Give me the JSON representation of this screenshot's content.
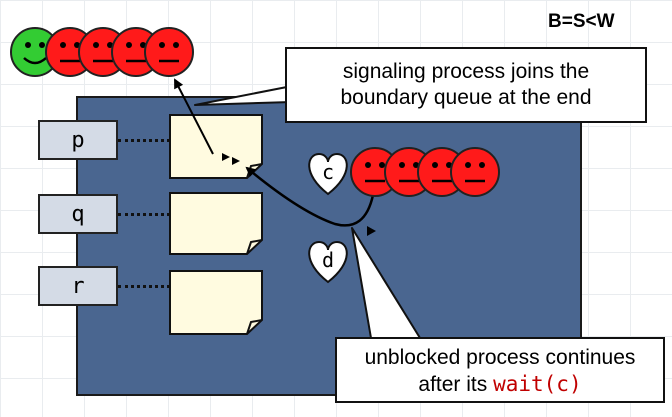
{
  "title": "B=S<W",
  "variables": [
    "p",
    "q",
    "r"
  ],
  "queue_c_label": "c",
  "queue_d_label": "d",
  "callout_top": {
    "line1": "signaling process joins the",
    "line2": "boundary queue at the end"
  },
  "callout_bottom": {
    "line1": "unblocked process continues",
    "line2_prefix": "after its ",
    "line2_code": "wait(c)"
  },
  "colors": {
    "monitor": "#4a6690",
    "happy_face": "#33cc33",
    "sad_face": "#ff1a1a",
    "note": "#fffbe0",
    "label_box": "#d4dbe6",
    "code_text": "#c00000"
  },
  "icons": [
    "happy-face-icon",
    "sad-face-icon",
    "heart-icon",
    "note-icon",
    "arrow-icon"
  ]
}
